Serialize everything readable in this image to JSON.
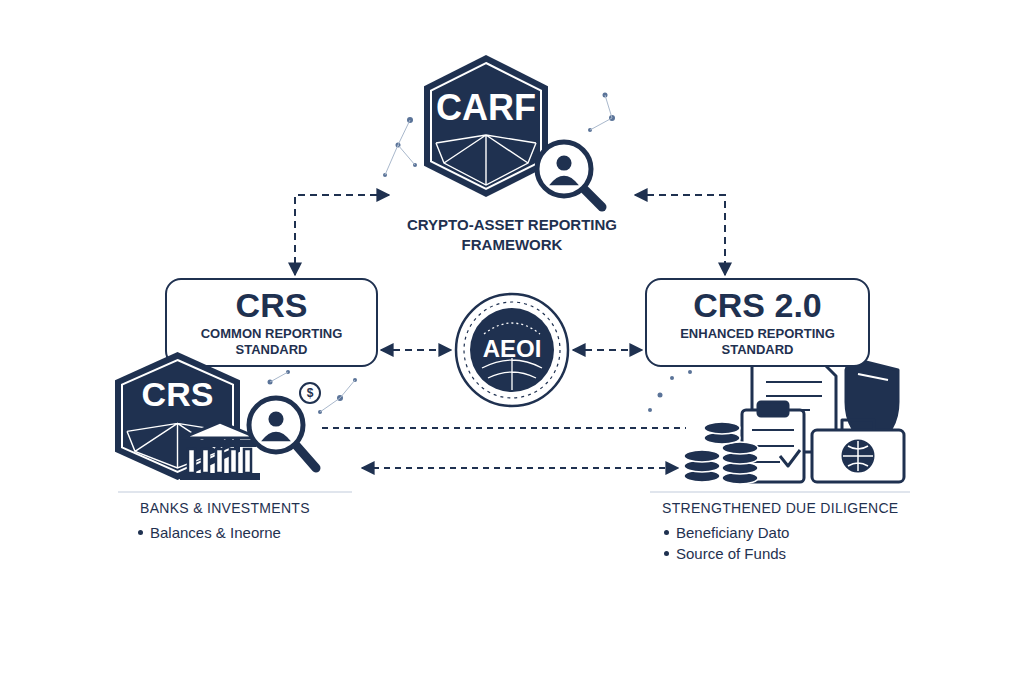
{
  "diagram": {
    "nodes": [
      {
        "text": [
          "CARF",
          "CRYPTO-ASSET REPORTING FRAMEWORK"
        ]
      },
      {
        "text": [
          "CRS",
          "COMMON REPORTING STANDARD"
        ]
      },
      {
        "text": [
          "AEOI"
        ]
      },
      {
        "text": [
          "CRS 2.0",
          "ENHANCED REPORTING STANDARD"
        ]
      },
      {
        "text": [
          "CRS"
        ]
      }
    ],
    "edges": [
      {
        "from": 0,
        "to": 1,
        "arrow": "both"
      },
      {
        "from": 0,
        "to": 3,
        "arrow": "both"
      },
      {
        "from": 1,
        "to": 2,
        "arrow": "both"
      },
      {
        "from": 2,
        "to": 3,
        "arrow": "both"
      }
    ],
    "labels": [
      "$",
      "BANKS & INVESTMENTS",
      "Balances & Ineorne",
      "STRENGTHENED DUE DILIGENCE",
      "Beneficiany Dato",
      "Source of Funds"
    ]
  }
}
